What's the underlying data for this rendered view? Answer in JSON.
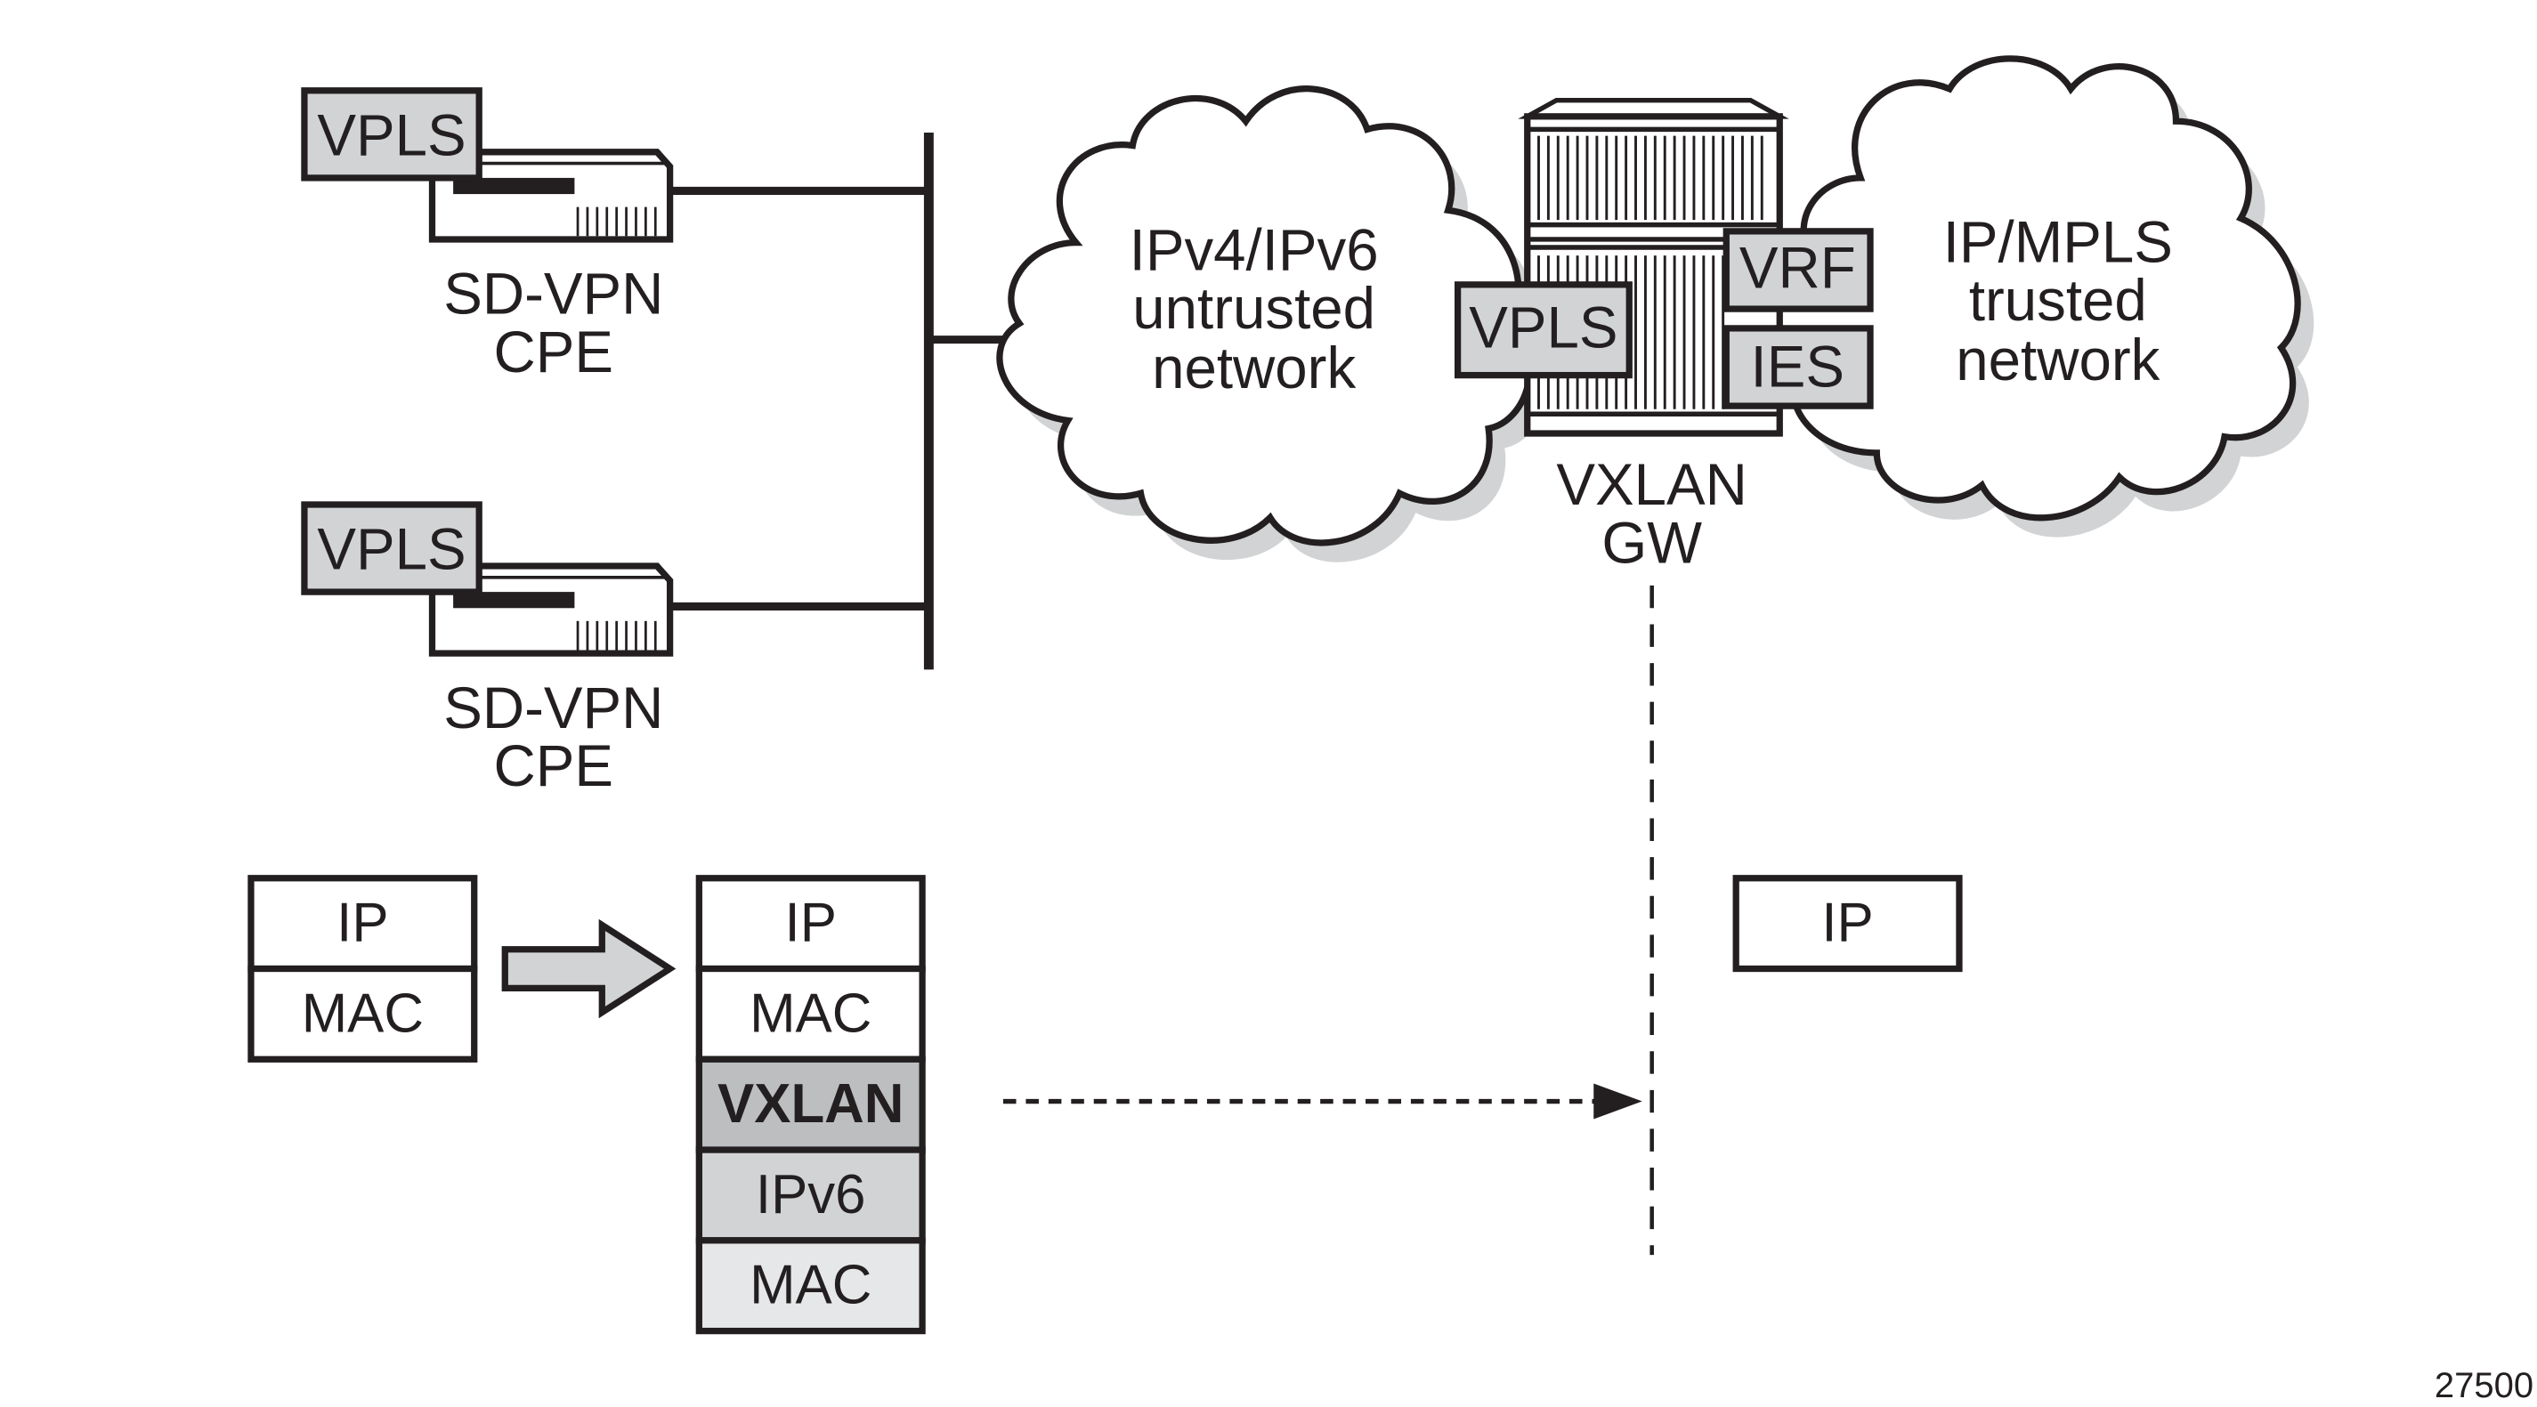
{
  "figure_id": "27500",
  "colors": {
    "line": "#231f20",
    "service_box": "#d1d3d4",
    "cloud_shadow": "#d1d3d4",
    "vxlan_header": "#bcbec0",
    "ipv6_header": "#d1d3d4",
    "outer_mac_header": "#e6e7e8",
    "background": "#ffffff"
  },
  "cpe_devices": [
    {
      "service_label": "VPLS",
      "device_label_line1": "SD-VPN",
      "device_label_line2": "CPE"
    },
    {
      "service_label": "VPLS",
      "device_label_line1": "SD-VPN",
      "device_label_line2": "CPE"
    }
  ],
  "untrusted_cloud": {
    "line1": "IPv4/IPv6",
    "line2": "untrusted",
    "line3": "network"
  },
  "trusted_cloud": {
    "line1": "IP/MPLS",
    "line2": "trusted",
    "line3": "network"
  },
  "gateway": {
    "label_line1": "VXLAN",
    "label_line2": "GW",
    "services": {
      "vpls": "VPLS",
      "vrf": "VRF",
      "ies": "IES"
    }
  },
  "packets": {
    "original": [
      "IP",
      "MAC"
    ],
    "encapsulated": [
      "IP",
      "MAC",
      "VXLAN",
      "IPv6",
      "MAC"
    ],
    "decapsulated": [
      "IP"
    ]
  }
}
